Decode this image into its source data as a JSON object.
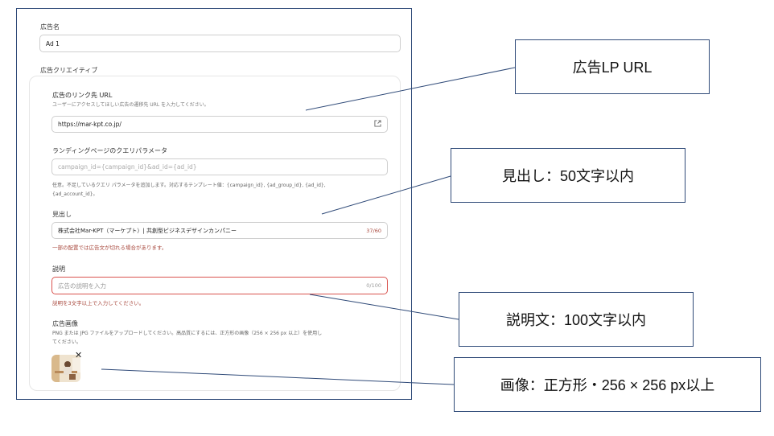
{
  "form": {
    "ad_name_label": "広告名",
    "ad_name_value": "Ad 1",
    "creative_section_label": "広告クリエイティブ",
    "link": {
      "label": "広告のリンク先 URL",
      "help": "ユーザーにアクセスしてほしい広告の遷移先 URL を入力してください。",
      "value": "https://mar-kpt.co.jp/",
      "open_icon": "external-link-icon"
    },
    "query": {
      "label": "ランディングページのクエリパラメータ",
      "value": "campaign_id={campaign_id}&ad_id={ad_id}",
      "help_line1": "任意。不足しているクエリ パラメータを追加します。対応するテンプレート値：{campaign_id}, {ad_group_id}, {ad_id},",
      "help_line2": "{ad_account_id}。"
    },
    "headline": {
      "label": "見出し",
      "value": "株式会社Mar-KPT（マーケプト）| 共創型ビジネスデザインカンパニー",
      "counter": "37/60",
      "warning": "一部の配置では広告文が切れる場合があります。"
    },
    "description": {
      "label": "説明",
      "placeholder": "広告の説明を入力",
      "counter": "0/100",
      "error": "説明を3文字以上で入力してください。"
    },
    "image": {
      "label": "広告画像",
      "help_line1": "PNG または JPG ファイルをアップロードしてください。高品質にするには、正方形の画像（256 × 256 px 以上）を使用し",
      "help_line2": "てください。",
      "remove_icon": "close-icon"
    }
  },
  "callouts": {
    "url": "広告LP URL",
    "headline": "見出し：50文字以内",
    "description": "説明文：100文字以内",
    "image": "画像：正方形・256 × 256 px以上"
  },
  "colors": {
    "border_navy": "#2f4a78",
    "error_red": "#a8483d",
    "error_border": "#d9534f"
  }
}
